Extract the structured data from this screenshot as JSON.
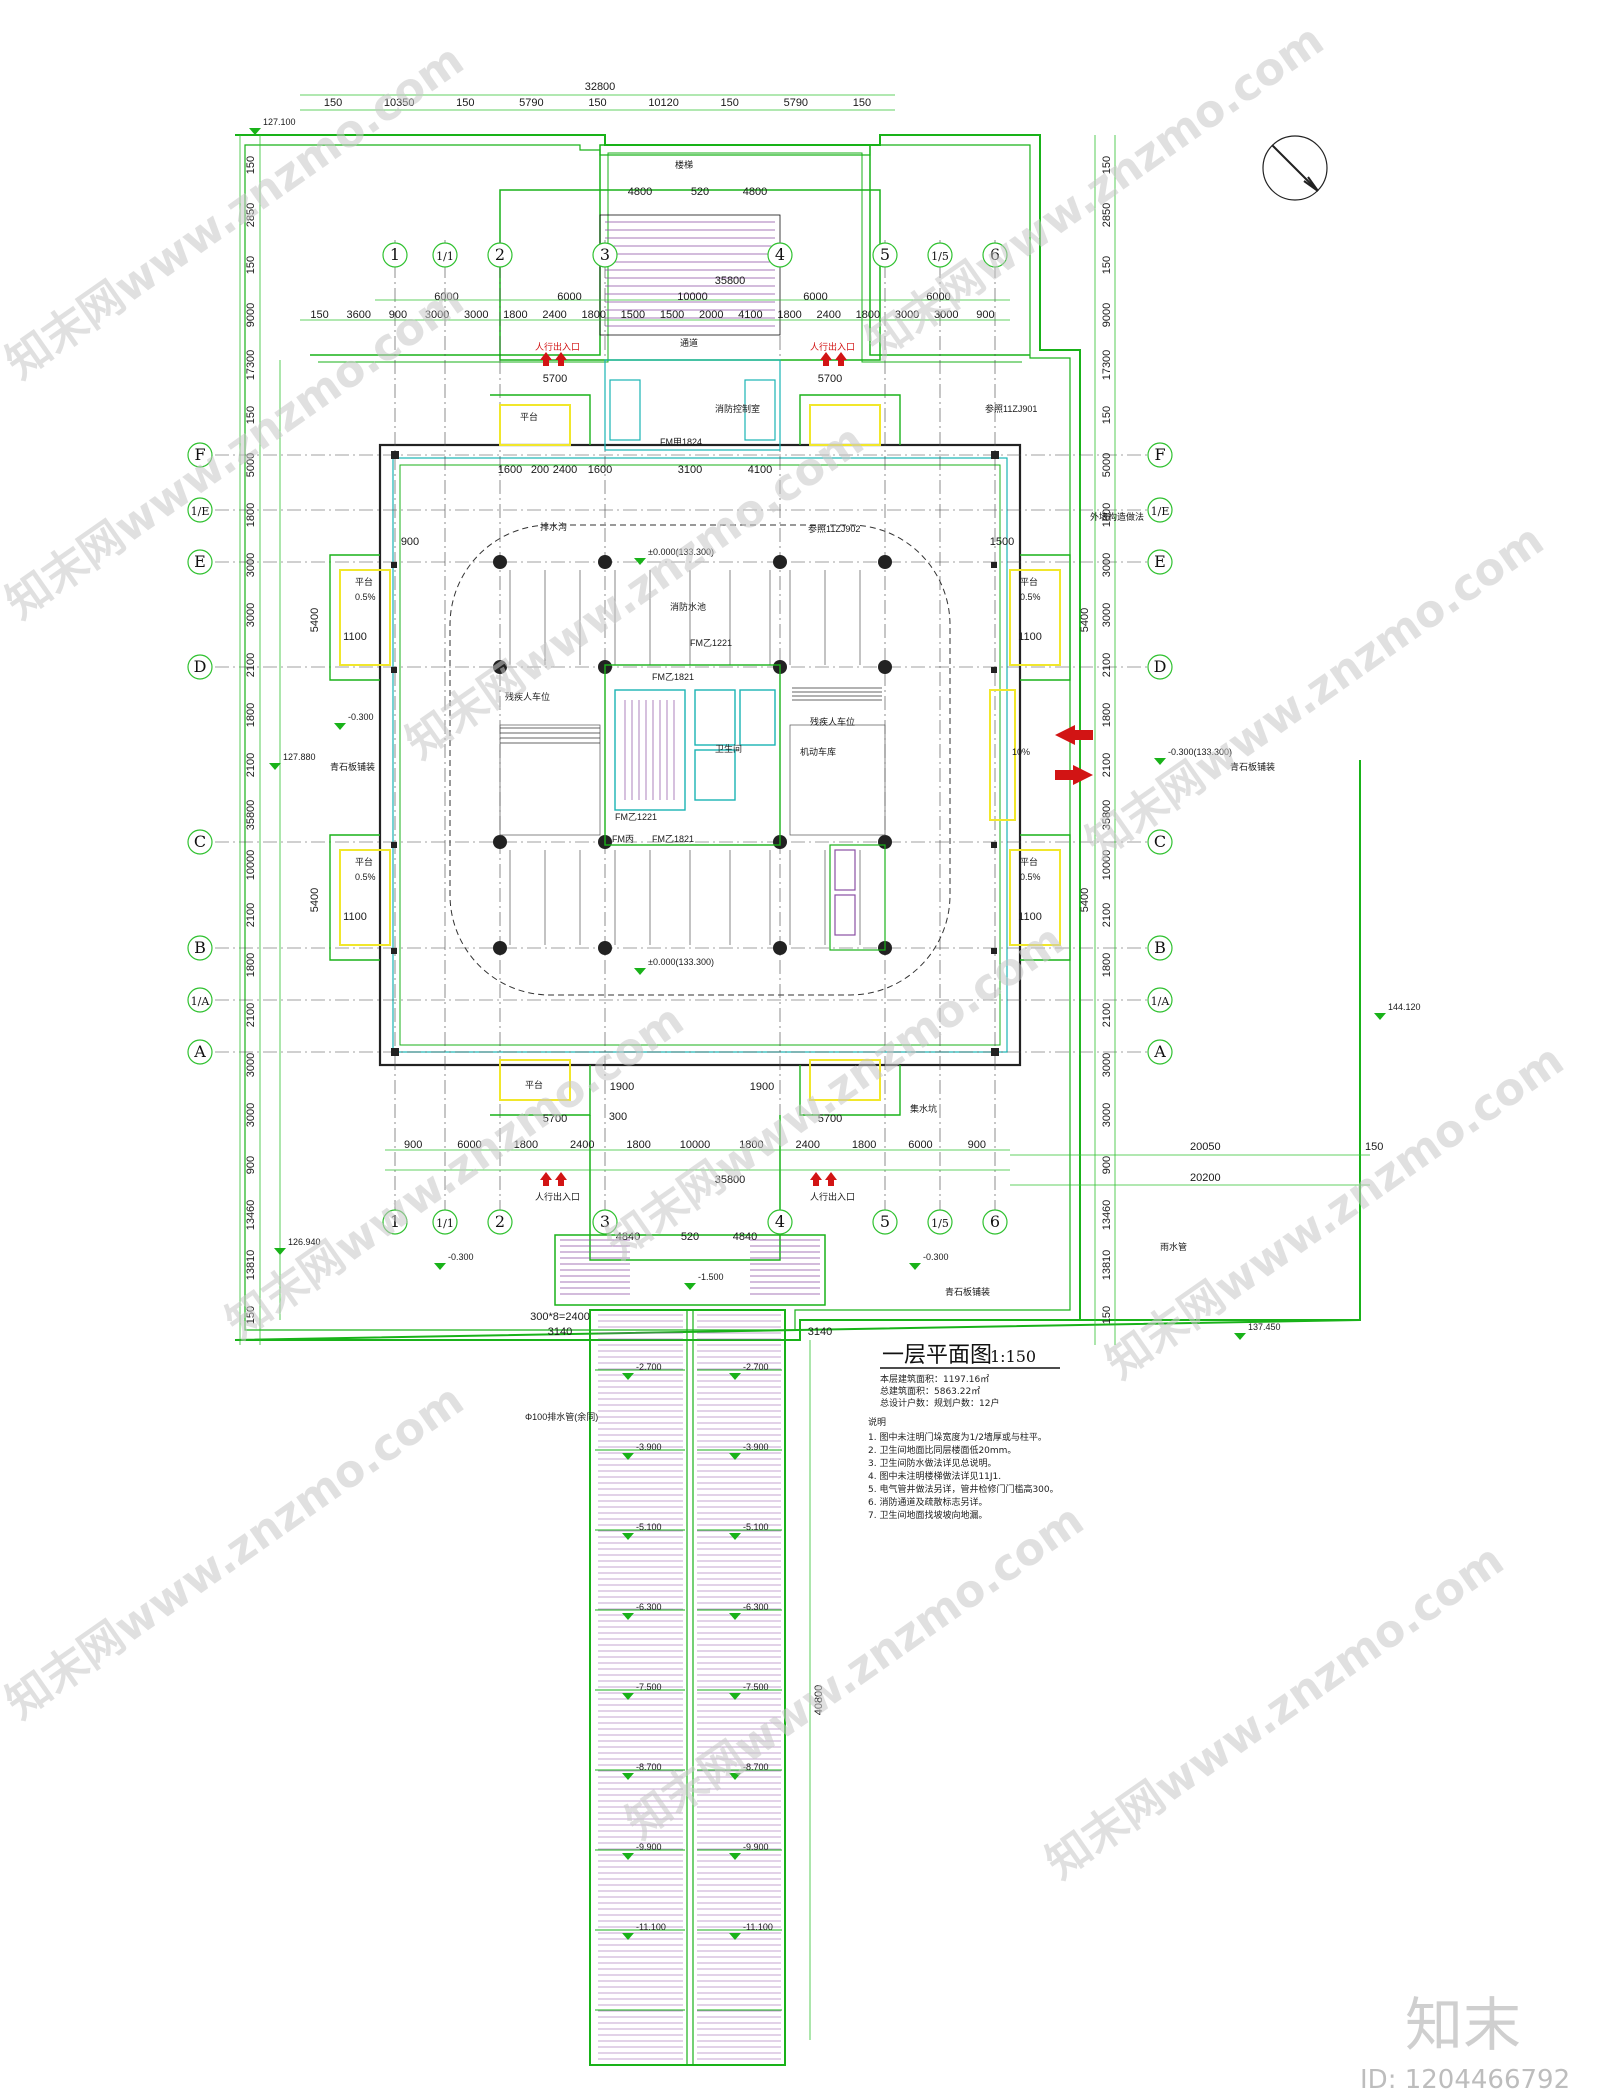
{
  "drawing": {
    "title": "一层平面图",
    "scale": "1:150",
    "area_lines": [
      "本层建筑面积：1197.16㎡",
      "总建筑面积：5863.22㎡",
      "总设计户数：规划户数：12户"
    ],
    "notes_heading": "说明",
    "notes": [
      "1. 图中未注明门垛宽度为1/2墙厚或与柱平。",
      "2. 卫生间地面比同层楼面低20mm。",
      "3. 卫生间防水做法详见总说明。",
      "4. 图中未注明楼梯做法详见11J1.",
      "5. 电气管井做法另详，管井检修门门槛高300。",
      "6. 消防通道及疏散标志另详。",
      "7. 卫生间地面找坡坡向地漏。"
    ]
  },
  "dimensions": {
    "top_total": "32800",
    "top_row": [
      "150",
      "10350",
      "150",
      "5790",
      "150",
      "10120",
      "150",
      "5790",
      "150"
    ],
    "mid_total": "35800",
    "mid_row": [
      "6000",
      "6000",
      "10000",
      "6000",
      "6000"
    ],
    "grid_row": [
      "150",
      "3600",
      "900",
      "3000",
      "3000",
      "1800",
      "2400",
      "1800",
      "1500",
      "1500",
      "2000",
      "4100",
      "1800",
      "2400",
      "1800",
      "3000",
      "3000",
      "900"
    ],
    "bottom_row": [
      "900",
      "6000",
      "1800",
      "2400",
      "1800",
      "10000",
      "1800",
      "2400",
      "1800",
      "6000",
      "900"
    ],
    "bottom_total": "35800",
    "right_extra": [
      "20050",
      "20200",
      "150"
    ],
    "left_vertical": [
      "150",
      "2850",
      "150",
      "9000",
      "17300",
      "150",
      "5000",
      "1800",
      "3000",
      "3000",
      "2100",
      "1800",
      "2100",
      "35800",
      "10000",
      "2100",
      "1800",
      "2100",
      "3000",
      "3000",
      "900",
      "13460",
      "13810",
      "150"
    ],
    "stair_dims": [
      "4800",
      "520",
      "4800",
      "4840",
      "520",
      "4840",
      "300*8=2400",
      "3140",
      "3140",
      "40800"
    ],
    "mid_labels": [
      "5700",
      "5700",
      "5700",
      "5700",
      "5400",
      "5400",
      "5400",
      "5400",
      "1600",
      "200",
      "2400",
      "1600",
      "3100",
      "4100",
      "1900",
      "1900",
      "1500",
      "1100",
      "1100",
      "1100",
      "1100",
      "300",
      "900"
    ]
  },
  "grid": {
    "columns": [
      "1",
      "1/1",
      "2",
      "3",
      "4",
      "5",
      "1/5",
      "6"
    ],
    "rows": [
      "F",
      "1/E",
      "E",
      "D",
      "C",
      "B",
      "1/A",
      "A"
    ]
  },
  "elevations": [
    "127.100",
    "127.880",
    "126.940",
    "-0.300",
    "±0.000(133.300)",
    "±0.000(133.300)",
    "-0.300(133.300)",
    "-0.300",
    "-0.300",
    "-1.500",
    "144.120",
    "137.450",
    "-2.700",
    "-2.700",
    "-3.900",
    "-3.900",
    "-5.100",
    "-5.100",
    "-6.300",
    "-6.300",
    "-7.500",
    "-7.500",
    "-8.700",
    "-8.700",
    "-9.900",
    "-9.900",
    "-11.100",
    "-11.100"
  ],
  "rooms": {
    "entrance_top_left": "人行出入口",
    "entrance_top_right": "人行出入口",
    "entrance_bottom_left": "人行出入口",
    "entrance_bottom_right": "人行出入口",
    "corridor": "通道",
    "fire_control": "消防控制室",
    "door_fm1": "FM甲1824",
    "door_fm2": "FM乙1221",
    "door_fm3": "FM乙1821",
    "door_fm4": "FM乙1221",
    "door_fm5": "FM乙1821",
    "door_fm6": "FM丙",
    "stair_label": "楼梯",
    "platform": "平台",
    "slope": "0.5%",
    "slope10": "10%",
    "left_paving": "青石板铺装",
    "right_paving": "青石板铺装",
    "bottom_paving": "青石板铺装",
    "mech_room": "机动车库",
    "disabled": "残疾人车位",
    "car_access": "残疾人车位",
    "toilet": "卫生间",
    "fire_hydrant": "消防水池",
    "pipe": "排水沟",
    "ref_a": "参照11ZJ901",
    "ref_b": "参照11ZJ902",
    "ref_c": "外墙构造做法",
    "ref_d": "集水坑",
    "ref_e": "雨水管",
    "ramp_pipe": "Φ100排水管(余同)"
  },
  "watermark": {
    "text": "知末网www.znzmo.com",
    "brand": "知末",
    "id": "ID: 1204466792"
  },
  "colors": {
    "wall_green": "#19b219",
    "dim_green": "#2fc12f",
    "cyan": "#19b4b4",
    "yellow": "#f1e72b",
    "red": "#d21414",
    "line": "#222222"
  }
}
